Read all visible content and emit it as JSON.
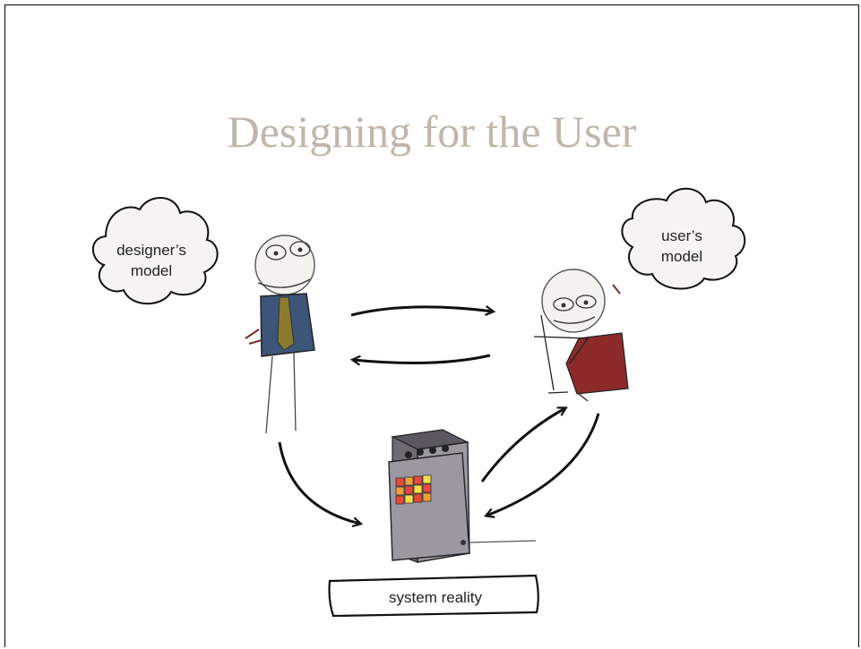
{
  "slide": {
    "title": "Designing for the User",
    "labels": {
      "designer_model": "designer’s model",
      "user_model": "user’s model",
      "system_reality": "system reality"
    }
  },
  "colors": {
    "title": "#c0b6ab",
    "vest": "#3c5578",
    "tie": "#8a7a2c",
    "user_shirt": "#8c2a2a",
    "cloud_fill": "#f6f4f2",
    "machine_body": "#9c98a2",
    "button_red": "#e8483a",
    "button_orange": "#f0a03a",
    "button_yellow": "#f3e14a"
  }
}
